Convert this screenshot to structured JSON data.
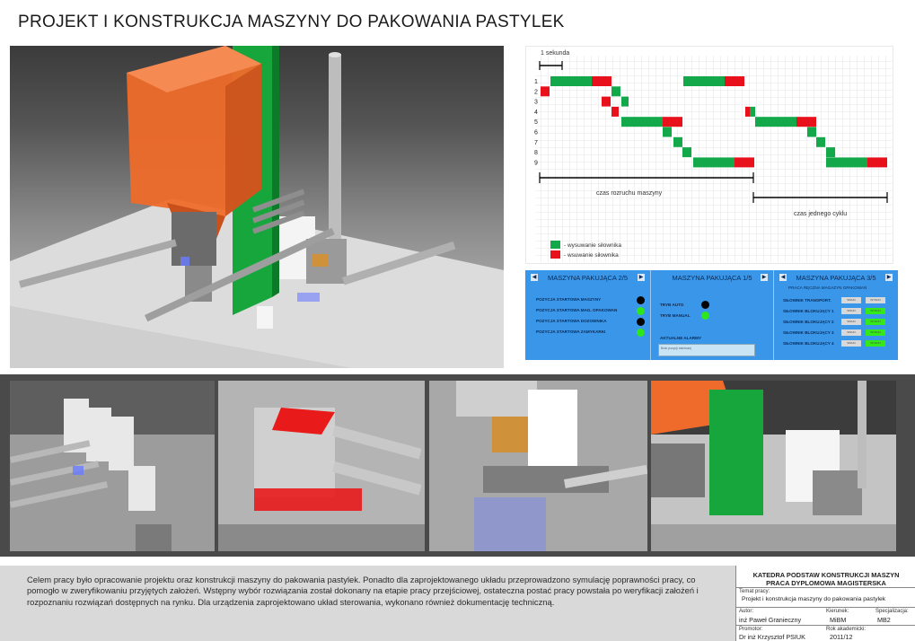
{
  "title": "PROJEKT I KONSTRUKCJA MASZYNY DO PAKOWANIA PASTYLEK",
  "timing": {
    "scale_label": "1 sekunda",
    "rows": [
      "1",
      "2",
      "3",
      "4",
      "5",
      "6",
      "7",
      "8",
      "9"
    ],
    "startup_label": "czas rozruchu maszyny",
    "cycle_label": "czas jednego cyklu",
    "legend_extend": "- wysuwanie siłownika",
    "legend_retract": "- wsuwanie siłownika",
    "extend_color": "#13a84a",
    "retract_color": "#e8101b"
  },
  "hmi": {
    "panel1": {
      "title": "MASZYNA PAKUJĄCA 2/5",
      "rows": [
        {
          "label": "POZYCJA STARTOWA MASZYNY",
          "state": "black"
        },
        {
          "label": "POZYCJA STARTOWA MAG. OPAKOWAN",
          "state": "green"
        },
        {
          "label": "POZYCJA STARTOWA DOZOWNIKA",
          "state": "black"
        },
        {
          "label": "POZYCJA STARTOWA ZAMYKARKI",
          "state": "green"
        }
      ]
    },
    "panel2": {
      "title": "MASZYNA PAKUJĄCA 1/5",
      "mode_auto": "TRYB AUTO",
      "mode_manual": "TRYB MANUAL",
      "alarms_label": "AKTUALNE ALARMY",
      "alarm_text": "Brak pozycji startowej"
    },
    "panel3": {
      "title": "MASZYNA PAKUJĄCA 3/5",
      "subtitle": "PRACA RĘCZNA MAGAZYN OPAKOWAŃ",
      "rows": [
        {
          "label": "SIŁOWNIK TRANSPORT.",
          "a": "WSUN",
          "b": "WYSUN"
        },
        {
          "label": "SIŁOWNIK BLOKUJĄCY 1",
          "a": "WSUN",
          "b": "WYSUN"
        },
        {
          "label": "SIŁOWNIK BLOKUJĄCY 2",
          "a": "WSUN",
          "b": "WYSUN"
        },
        {
          "label": "SIŁOWNIK BLOKUJĄCY 3",
          "a": "WSUN",
          "b": "WYSUN"
        },
        {
          "label": "SIŁOWNIK BLOKUJĄCY 4",
          "a": "WSUN",
          "b": "WYSUN"
        }
      ]
    }
  },
  "description": "Celem pracy było opracowanie projektu oraz konstrukcji maszyny do pakowania pastylek. Ponadto dla zaprojektowanego układu przeprowadzono symulację poprawności pracy, co pomogło w zweryfikowaniu przyjętych założeń. Wstępny wybór rozwiązania został dokonany na etapie pracy przejściowej, ostateczna postać pracy powstała po weryfikacji założeń i rozpoznaniu rozwiązań dostępnych na rynku. Dla urządzenia zaprojektowano układ sterowania, wykonano również dokumentację techniczną.",
  "title_block": {
    "dept": "KATEDRA PODSTAW KONSTRUKCJI MASZYN",
    "thesis_type": "PRACA DYPLOMOWA MAGISTERSKA",
    "topic_label": "Temat pracy:",
    "topic": "Projekt i konstrukcja maszyny do pakowania pastylek",
    "author_label": "Autor:",
    "author": "inż Paweł Granieczny",
    "field_label": "Kierunek:",
    "field": "MiBM",
    "spec_label": "Specjalizacja:",
    "spec": "MB2",
    "promoter_label": "Promotor:",
    "promoter": "Dr inż Krzysztof PSIUK",
    "year_label": "Rok akademicki:",
    "year": "2011/12"
  }
}
